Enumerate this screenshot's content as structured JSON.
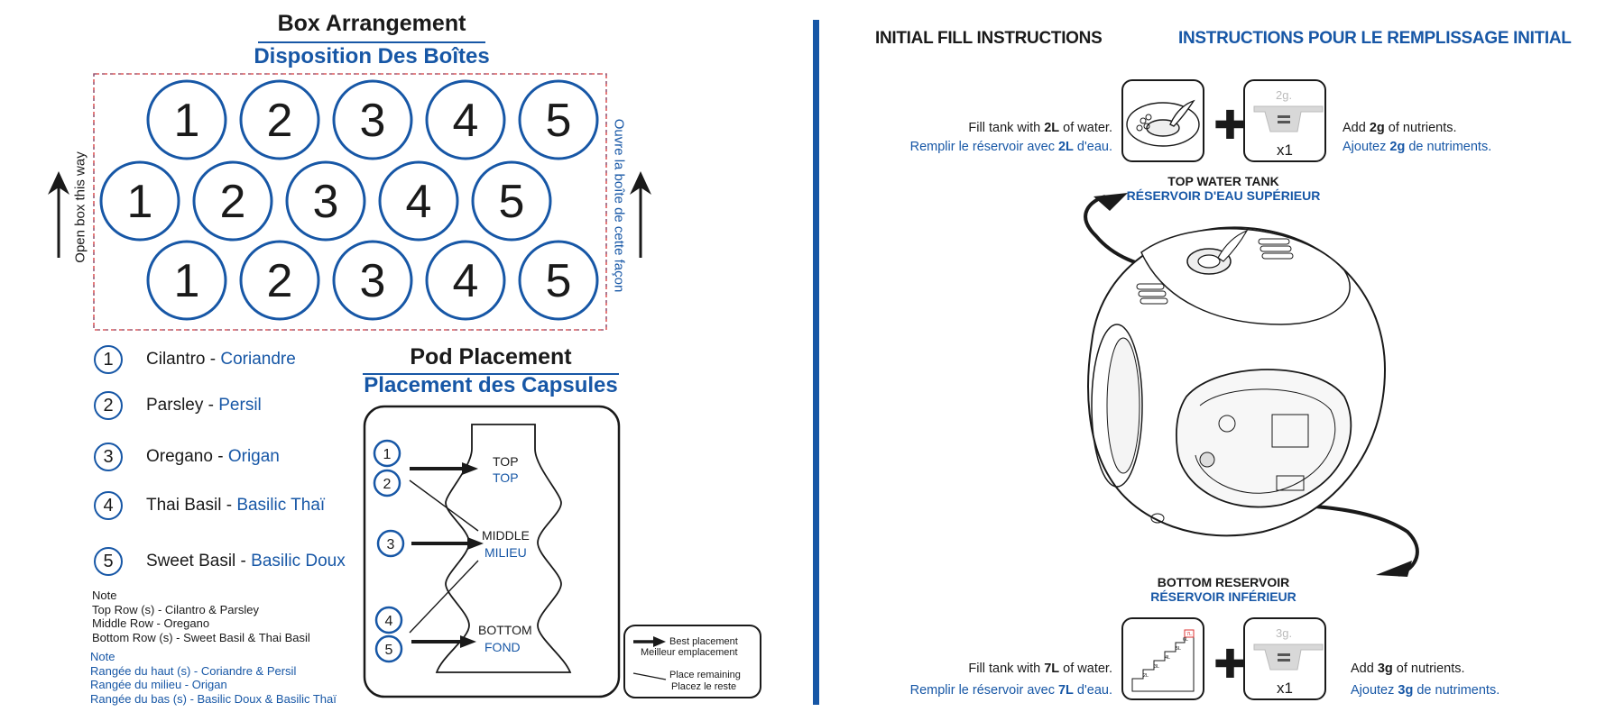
{
  "box_arrangement": {
    "title": "Box Arrangement",
    "subtitle": "Disposition Des Boîtes",
    "open_left": "Open box this way",
    "open_right": "Ouvre la boîte de cette façon",
    "rows": [
      [
        "1",
        "2",
        "3",
        "4",
        "5"
      ],
      [
        "1",
        "2",
        "3",
        "4",
        "5"
      ],
      [
        "1",
        "2",
        "3",
        "4",
        "5"
      ]
    ]
  },
  "legend": [
    {
      "num": "1",
      "en": "Cilantro",
      "sep": " - ",
      "fr": "Coriandre"
    },
    {
      "num": "2",
      "en": "Parsley",
      "sep": " - ",
      "fr": "Persil"
    },
    {
      "num": "3",
      "en": "Oregano",
      "sep": " - ",
      "fr": "Origan"
    },
    {
      "num": "4",
      "en": "Thai Basil",
      "sep": " - ",
      "fr": "Basilic Thaï"
    },
    {
      "num": "5",
      "en": "Sweet Basil",
      "sep": " - ",
      "fr": "Basilic Doux"
    }
  ],
  "notes_en": {
    "heading": "Note",
    "lines": [
      "Top Row (s) - Cilantro & Parsley",
      "Middle Row - Oregano",
      "Bottom Row (s) - Sweet Basil & Thai Basil"
    ]
  },
  "notes_fr": {
    "heading": "Note",
    "lines": [
      "Rangée du haut (s) - Coriandre & Persil",
      "Rangée du milieu - Origan",
      "Rangée du bas (s) - Basilic Doux & Basilic Thaï"
    ]
  },
  "pod_placement": {
    "title": "Pod Placement",
    "subtitle": "Placement des Capsules",
    "pods": [
      "1",
      "2",
      "3",
      "4",
      "5"
    ],
    "levels": [
      {
        "en": "TOP",
        "fr": "TOP"
      },
      {
        "en": "MIDDLE",
        "fr": "MILIEU"
      },
      {
        "en": "BOTTOM",
        "fr": "FOND"
      }
    ],
    "key": [
      {
        "en": "Best placement",
        "fr": "Meilleur emplacement"
      },
      {
        "en": "Place remaining",
        "fr": "Placez le reste"
      }
    ]
  },
  "fill": {
    "title_en": "INITIAL FILL INSTRUCTIONS",
    "title_fr": "INSTRUCTIONS POUR LE REMPLISSAGE INITIAL",
    "top": {
      "water_en_pre": "Fill tank with ",
      "water_en_bold": "2L",
      "water_en_post": " of water.",
      "water_fr_pre": "Remplir le réservoir avec ",
      "water_fr_bold": "2L",
      "water_fr_post": " d'eau.",
      "nut_en_pre": "Add ",
      "nut_en_bold": "2g",
      "nut_en_post": " of nutrients.",
      "nut_fr_pre": "Ajoutez ",
      "nut_fr_bold": "2g",
      "nut_fr_post": " de nutriments.",
      "scoop": "2g.",
      "count": "x1",
      "label_en": "TOP WATER TANK",
      "label_fr": "RÉSERVOIR D'EAU SUPÉRIEUR"
    },
    "bottom": {
      "water_en_pre": "Fill tank with ",
      "water_en_bold": "7L",
      "water_en_post": " of water.",
      "water_fr_pre": "Remplir le réservoir avec ",
      "water_fr_bold": "7L",
      "water_fr_post": " d'eau.",
      "nut_en_pre": "Add ",
      "nut_en_bold": "3g",
      "nut_en_post": " of nutrients.",
      "nut_fr_pre": "Ajoutez ",
      "nut_fr_bold": "3g",
      "nut_fr_post": " de nutriments.",
      "scoop": "3g.",
      "count": "x1",
      "label_en": "BOTTOM RESERVOIR",
      "label_fr": "RÉSERVOIR INFÉRIEUR",
      "steps": [
        "2L",
        "3L",
        "4L",
        "5L",
        "6L",
        "7L"
      ]
    }
  },
  "colors": {
    "accent": "#1757a6",
    "text": "#1a1a1a",
    "dashed_border": "#e05a5a"
  }
}
